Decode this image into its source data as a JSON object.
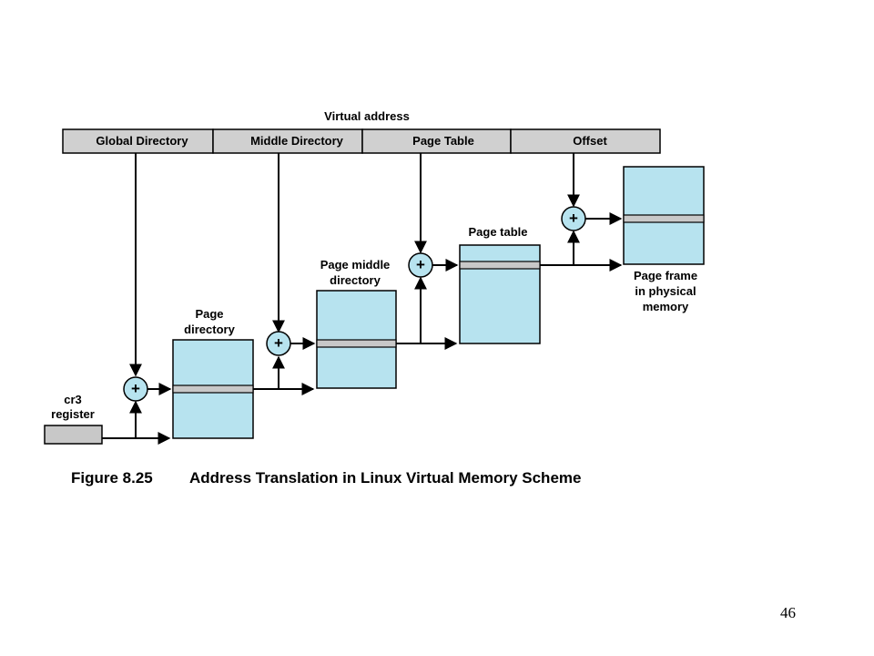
{
  "virtual_address": {
    "title": "Virtual address",
    "fields": [
      "Global Directory",
      "Middle Directory",
      "Page Table",
      "Offset"
    ]
  },
  "tables": {
    "page_directory": [
      "Page",
      "directory"
    ],
    "page_middle_directory": [
      "Page middle",
      "directory"
    ],
    "page_table": [
      "Page table"
    ],
    "page_frame": [
      "Page frame",
      "in physical",
      "memory"
    ]
  },
  "cr3_register": [
    "cr3",
    "register"
  ],
  "adder_symbol": "+",
  "caption": {
    "number": "Figure 8.25",
    "title": "Address Translation in Linux Virtual Memory Scheme"
  },
  "page_number": "46",
  "colors": {
    "table_fill": "#b7e3ef",
    "field_fill": "#d0d0d0",
    "entry_fill": "#c8c8c8",
    "stroke": "#000000"
  }
}
